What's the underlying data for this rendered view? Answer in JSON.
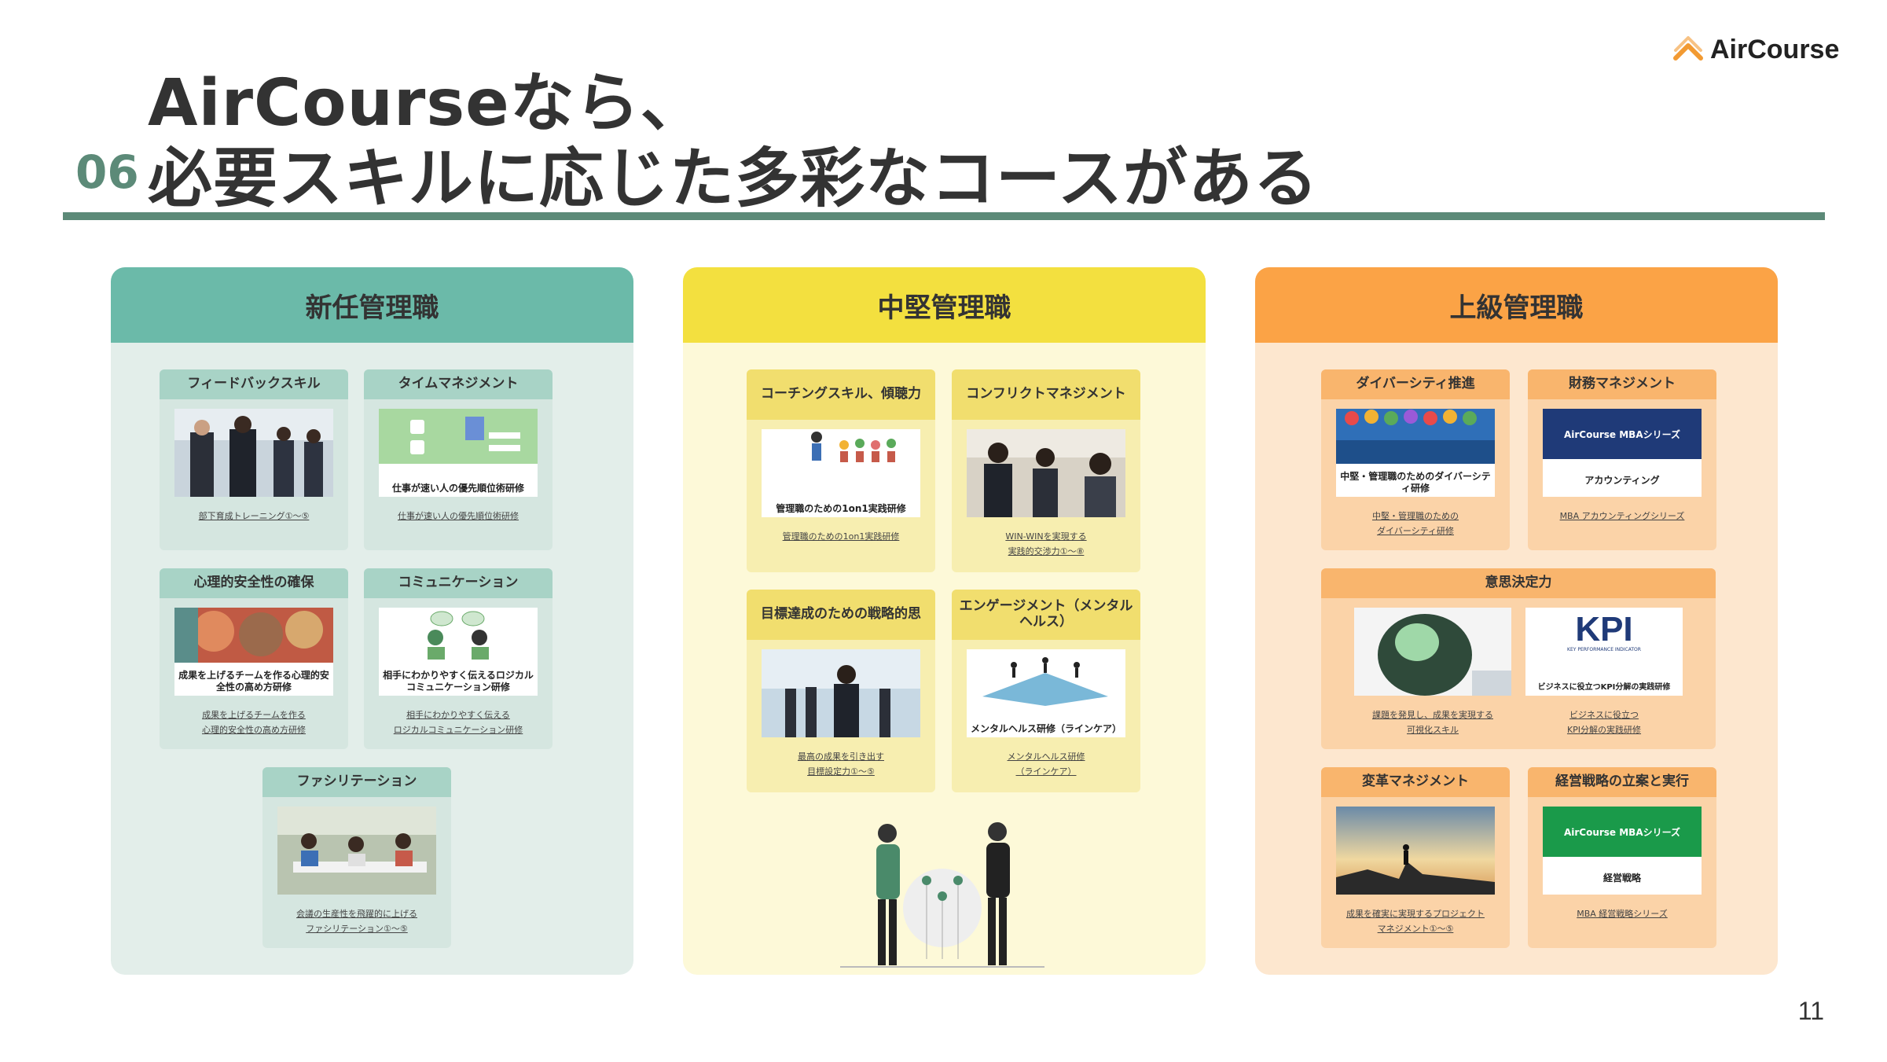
{
  "header": {
    "number": "06",
    "title_line1": "AirCourseなら、",
    "title_line2": "必要スキルに応じた多彩なコースがある"
  },
  "logo": {
    "text": "AirCourse",
    "icon": "aircourse-chevron-icon",
    "color": "#f29a32"
  },
  "page_number": "11",
  "colors": {
    "accent": "#5c8a78",
    "teal": "#6bbaa9",
    "yellow": "#f3e03f",
    "orange": "#fba346"
  },
  "panels": [
    {
      "title": "新任管理職",
      "cards": [
        {
          "title": "フィードバックスキル",
          "thumb_caption": "",
          "link": [
            "部下育成トレーニング①〜⑤"
          ]
        },
        {
          "title": "タイムマネジメント",
          "thumb_caption": "仕事が速い人の優先順位術研修",
          "link": [
            "仕事が速い人の優先順位術研修"
          ]
        },
        {
          "title": "心理的安全性の確保",
          "thumb_caption": "成果を上げるチームを作る心理的安全性の高め方研修",
          "link": [
            "成果を上げるチームを作る",
            "心理的安全性の高め方研修"
          ]
        },
        {
          "title": "コミュニケーション",
          "thumb_caption": "相手にわかりやすく伝えるロジカルコミュニケーション研修",
          "link": [
            "相手にわかりやすく伝える",
            "ロジカルコミュニケーション研修"
          ]
        },
        {
          "title": "ファシリテーション",
          "thumb_caption": "",
          "link": [
            "会議の生産性を飛躍的に上げる",
            "ファシリテーション①〜⑤"
          ]
        }
      ]
    },
    {
      "title": "中堅管理職",
      "cards": [
        {
          "title": "コーチングスキル、傾聴力",
          "thumb_caption": "管理職のための1on1実践研修",
          "link": [
            "管理職のための1on1実践研修"
          ]
        },
        {
          "title": "コンフリクトマネジメント",
          "thumb_caption": "",
          "link": [
            "WIN-WINを実現する",
            "実践的交渉力①〜⑧"
          ]
        },
        {
          "title": "目標達成のための戦略的思",
          "thumb_caption": "",
          "link": [
            "最高の成果を引き出す",
            "目標設定力①〜⑤"
          ]
        },
        {
          "title": "エンゲージメント（メンタルヘルス）",
          "thumb_caption": "メンタルヘルス研修（ラインケア）",
          "link": [
            "メンタルヘルス研修",
            "（ラインケア）"
          ]
        }
      ]
    },
    {
      "title": "上級管理職",
      "cards": [
        {
          "title": "ダイバーシティ推進",
          "thumb_caption": "中堅・管理職のためのダイバーシティ研修",
          "link": [
            "中堅・管理職のための",
            "ダイバーシティ研修"
          ]
        },
        {
          "title": "財務マネジメント",
          "thumb_banner": "AirCourse MBAシリーズ",
          "thumb_caption": "アカウンティング",
          "link": [
            "MBA アカウンティングシリーズ"
          ]
        },
        {
          "title": "意思決定力",
          "thumb_caption": "",
          "link": [
            "課題を発見し、成果を実現する",
            "可視化スキル"
          ],
          "second": {
            "thumb_logo": "KPI",
            "thumb_logo_sub": "KEY PERFORMANCE INDICATOR",
            "thumb_caption": "ビジネスに役立つKPI分解の実践研修",
            "link": [
              "ビジネスに役立つ",
              "KPI分解の実践研修"
            ]
          }
        },
        {
          "title": "変革マネジメント",
          "thumb_caption": "",
          "link": [
            "成果を確実に実現するプロジェクト",
            "マネジメント①〜⑤"
          ]
        },
        {
          "title": "経営戦略の立案と実行",
          "thumb_banner": "AirCourse MBAシリーズ",
          "thumb_caption": "経営戦略",
          "link": [
            "MBA 経営戦略シリーズ"
          ]
        }
      ]
    }
  ]
}
